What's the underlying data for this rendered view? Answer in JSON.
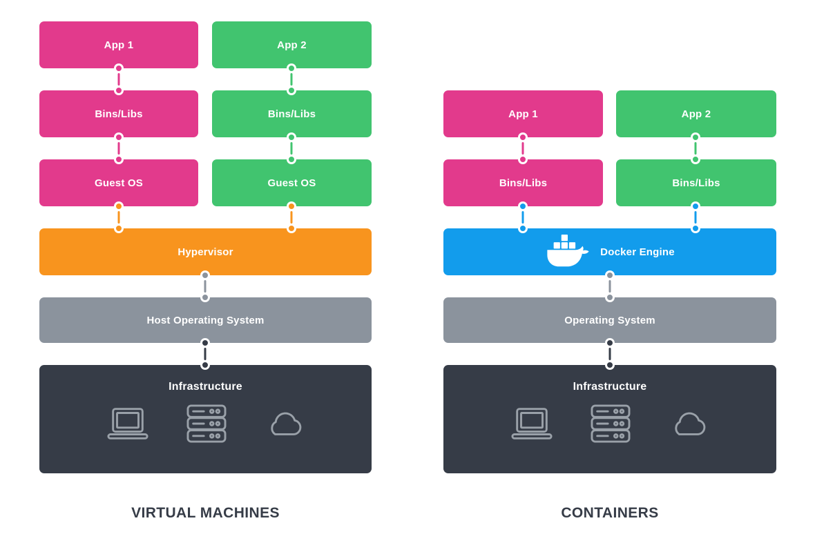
{
  "colors": {
    "pink": "#E23A8C",
    "green": "#41C46F",
    "orange": "#F8941E",
    "blue": "#129CEC",
    "gray": "#8B939D",
    "dark": "#363C47",
    "icon": "#9AA1A9",
    "titlecolor": "#363C47",
    "background": "#FFFFFF"
  },
  "vm": {
    "title": "VIRTUAL MACHINES",
    "app1": "App 1",
    "app2": "App 2",
    "bins1": "Bins/Libs",
    "bins2": "Bins/Libs",
    "guest1": "Guest OS",
    "guest2": "Guest OS",
    "hypervisor": "Hypervisor",
    "host_os": "Host Operating System",
    "infrastructure": "Infrastructure",
    "infrastructure_icons": [
      "laptop",
      "server",
      "cloud"
    ]
  },
  "containers": {
    "title": "CONTAINERS",
    "app1": "App 1",
    "app2": "App 2",
    "bins1": "Bins/Libs",
    "bins2": "Bins/Libs",
    "docker_engine": "Docker Engine",
    "os": "Operating System",
    "infrastructure": "Infrastructure",
    "infrastructure_icons": [
      "laptop",
      "server",
      "cloud"
    ]
  }
}
